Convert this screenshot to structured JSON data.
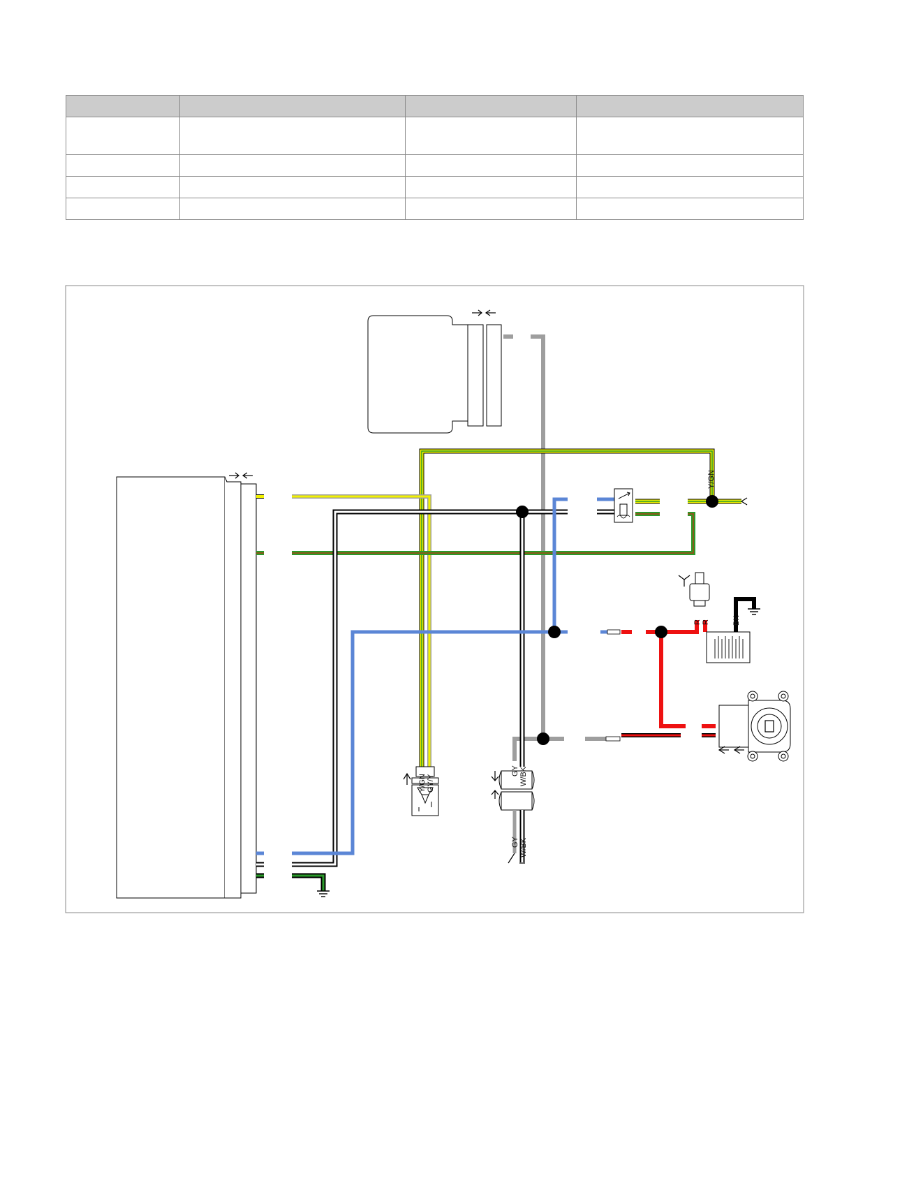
{
  "table": {
    "header": [
      "",
      "",
      "",
      ""
    ],
    "rows": [
      [
        "",
        "",
        "",
        ""
      ],
      [
        "",
        "",
        "",
        ""
      ],
      [
        "",
        "",
        "",
        ""
      ],
      [
        "",
        "",
        "",
        ""
      ]
    ]
  },
  "wire_labels": {
    "y_gn_top": "Y/GN",
    "y_gn_bottom": "Y/GN",
    "gy_y": "GY/Y",
    "gy_upper": "GY",
    "w_bk_upper": "W/BK",
    "gy_lower": "GY",
    "w_bk_lower": "W/BK",
    "r_left": "R",
    "r_right": "R",
    "bk": "BK"
  },
  "wire_colors": {
    "yellow": "#f2f200",
    "green": "#2a9a2a",
    "gray": "#9e9e9e",
    "blue": "#5b86d6",
    "red": "#ee1111",
    "black": "#000000",
    "white": "#ffffff",
    "brown": "#8a5a1a"
  },
  "icons": {
    "connector": "connector-fork-icon",
    "ground": "ground-symbol-icon",
    "relay": "relay-icon",
    "fuse": "fuse-icon",
    "sensor": "temperature-switch-icon",
    "ignition": "ignition-switch-icon"
  }
}
